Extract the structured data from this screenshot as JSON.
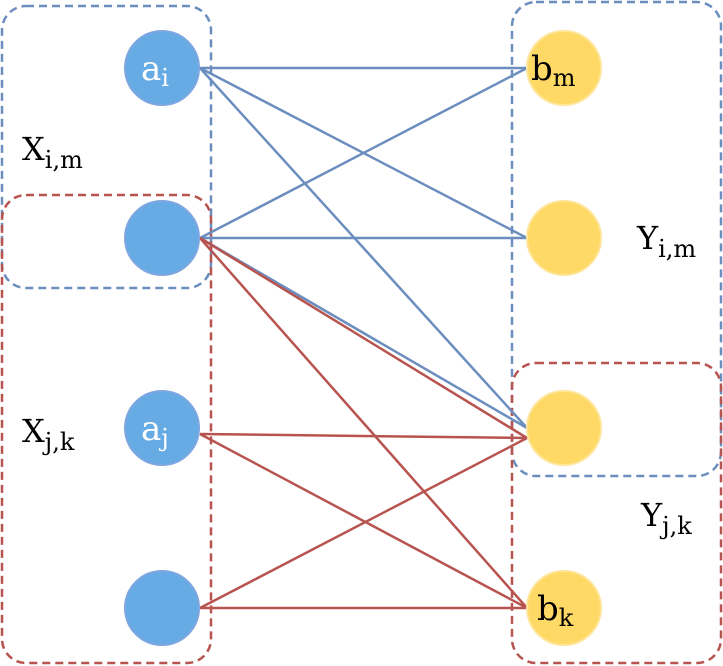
{
  "colors": {
    "blue_edge": "#6C8EBF",
    "red_edge": "#B85450",
    "left_node_fill": "#67ABE5",
    "left_node_stroke": "#7EA6E0",
    "right_node_fill": "#FFD966",
    "right_node_stroke": "#FFE599",
    "text_dark": "#000000",
    "text_light": "#FFFFFF"
  },
  "left_nodes": [
    {
      "id": "n1",
      "letter": "a",
      "sub": "i"
    },
    {
      "id": "n2",
      "letter": "",
      "sub": ""
    },
    {
      "id": "n3",
      "letter": "a",
      "sub": "j"
    },
    {
      "id": "n4",
      "letter": "",
      "sub": ""
    }
  ],
  "right_nodes": [
    {
      "id": "m1",
      "letter": "b",
      "sub": "m"
    },
    {
      "id": "m2",
      "letter": "",
      "sub": ""
    },
    {
      "id": "m3",
      "letter": "",
      "sub": ""
    },
    {
      "id": "m4",
      "letter": "b",
      "sub": "k"
    }
  ],
  "groups": {
    "x_im": {
      "letter": "X",
      "sub": "i,m",
      "color": "#6C8EBF"
    },
    "x_jk": {
      "letter": "X",
      "sub": "j,k",
      "color": "#B85450"
    },
    "y_im": {
      "letter": "Y",
      "sub": "i,m",
      "color": "#6C8EBF"
    },
    "y_jk": {
      "letter": "Y",
      "sub": "j,k",
      "color": "#B85450"
    }
  },
  "edges": [
    {
      "from": "n1",
      "to": "m1",
      "color": "blue"
    },
    {
      "from": "n1",
      "to": "m2",
      "color": "blue"
    },
    {
      "from": "n1",
      "to": "m3",
      "color": "blue"
    },
    {
      "from": "n2",
      "to": "m1",
      "color": "blue"
    },
    {
      "from": "n2",
      "to": "m2",
      "color": "blue"
    },
    {
      "from": "n2",
      "to": "m3",
      "color": "blue"
    },
    {
      "from": "n2",
      "to": "m3",
      "color": "red"
    },
    {
      "from": "n2",
      "to": "m4",
      "color": "red"
    },
    {
      "from": "n3",
      "to": "m3",
      "color": "red"
    },
    {
      "from": "n3",
      "to": "m4",
      "color": "red"
    },
    {
      "from": "n4",
      "to": "m3",
      "color": "red"
    },
    {
      "from": "n4",
      "to": "m4",
      "color": "red"
    }
  ]
}
